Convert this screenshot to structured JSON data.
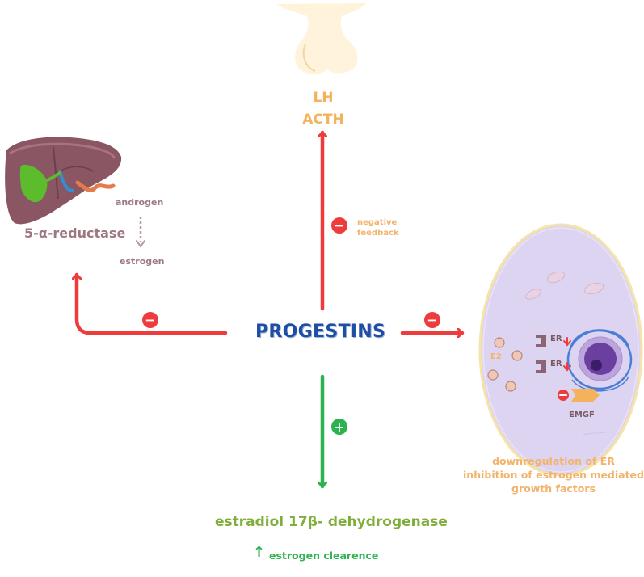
{
  "pituitary": {
    "line1": "LH",
    "line2": "ACTH",
    "feedback_line1": "negative",
    "feedback_line2": "feedback"
  },
  "liver": {
    "enzyme": "5-α-reductase",
    "from": "androgen",
    "to": "estrogen"
  },
  "center": {
    "title": "PROGESTINS"
  },
  "cell": {
    "e2": "E2",
    "er1": "ER",
    "er2": "ER",
    "emgf": "EMGF",
    "caption": [
      "downregulation of ER",
      "inhibition of estrogen mediated",
      "growth factors"
    ]
  },
  "bottom": {
    "enzyme": "estradiol 17β- dehydrogenase",
    "arrow": "↑",
    "effect": "estrogen clearence"
  },
  "signs": {
    "minus": "−",
    "plus": "+"
  },
  "icons": [
    "pituitary-icon",
    "liver-icon",
    "cell-icon",
    "minus-icon",
    "plus-icon"
  ],
  "colors": {
    "inhibit": "#ee3c3c",
    "stimulate": "#2cb24f",
    "brand": "#1f4ea6",
    "accent": "#f5b25c",
    "muted": "#9d7880"
  }
}
